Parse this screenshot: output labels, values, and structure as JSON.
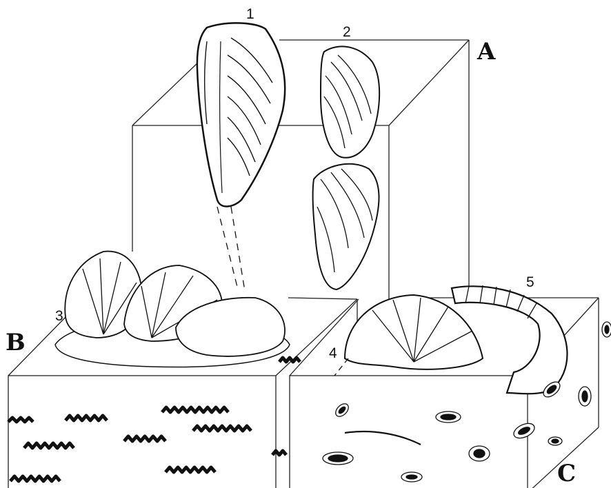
{
  "blocks": {
    "a": {
      "letter": "A"
    },
    "b": {
      "letter": "B"
    },
    "c": {
      "letter": "C"
    }
  },
  "specimens": [
    "1",
    "2",
    "3",
    "4",
    "5"
  ],
  "colors": {
    "ink": "#111111",
    "paper": "#ffffff"
  }
}
